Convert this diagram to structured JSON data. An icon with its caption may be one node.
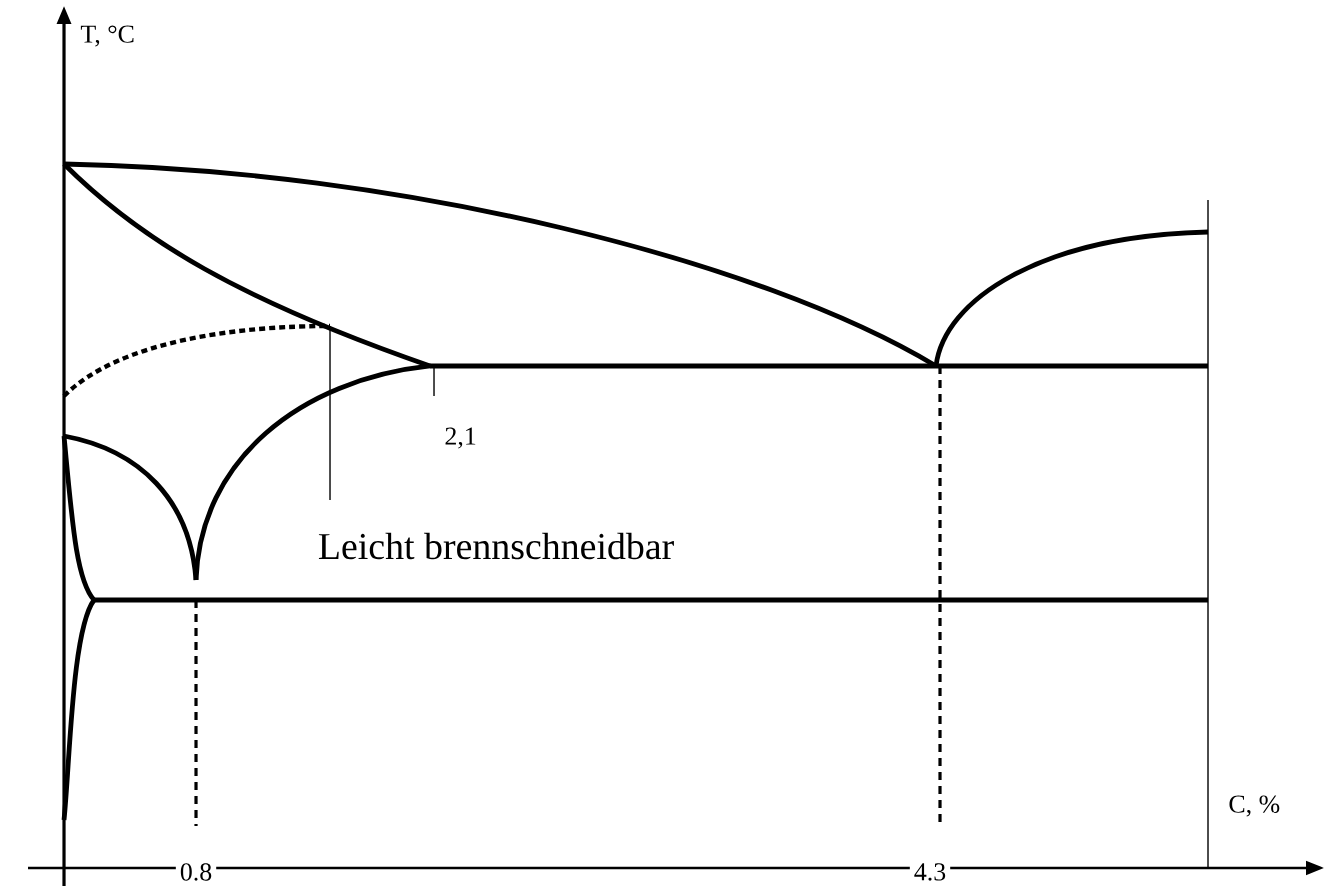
{
  "diagram": {
    "labels": [
      "T, °C",
      "2,1",
      "Leicht brennschneidbar",
      "0.8",
      "4.3",
      "C, %"
    ]
  }
}
